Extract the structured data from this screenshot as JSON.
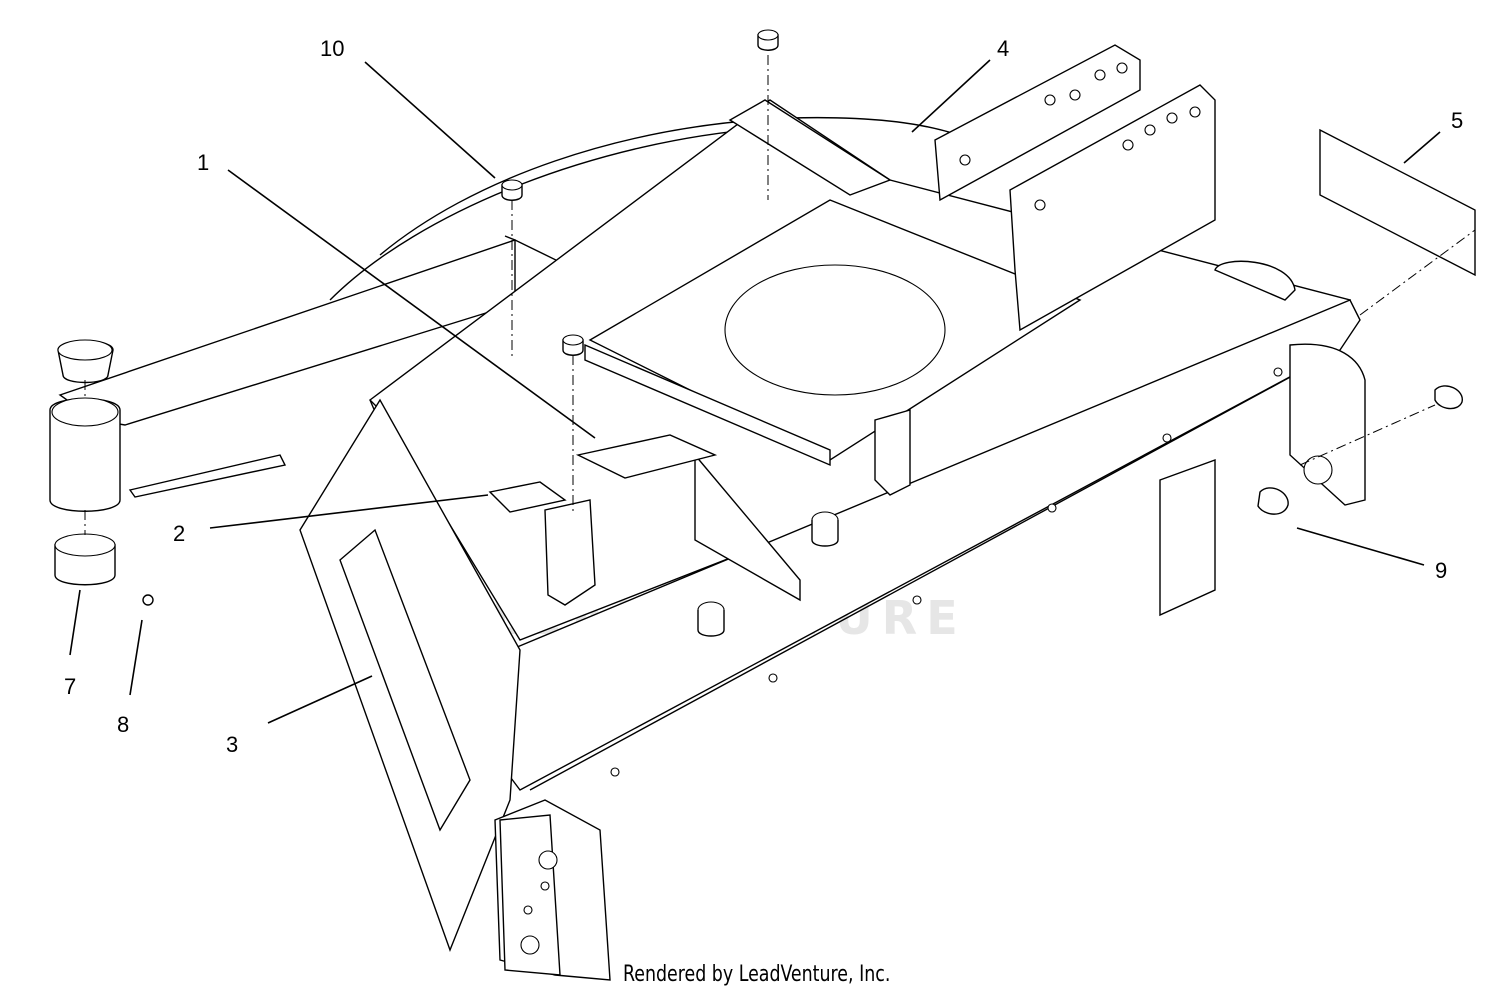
{
  "callouts": [
    {
      "id": "1",
      "label": "1"
    },
    {
      "id": "2",
      "label": "2"
    },
    {
      "id": "3",
      "label": "3"
    },
    {
      "id": "4",
      "label": "4"
    },
    {
      "id": "5",
      "label": "5"
    },
    {
      "id": "7",
      "label": "7"
    },
    {
      "id": "8",
      "label": "8"
    },
    {
      "id": "9",
      "label": "9"
    },
    {
      "id": "10",
      "label": "10"
    }
  ],
  "watermark": {
    "text": "LEADVENTURE"
  },
  "credit": {
    "text": "Rendered by LeadVenture, Inc."
  }
}
